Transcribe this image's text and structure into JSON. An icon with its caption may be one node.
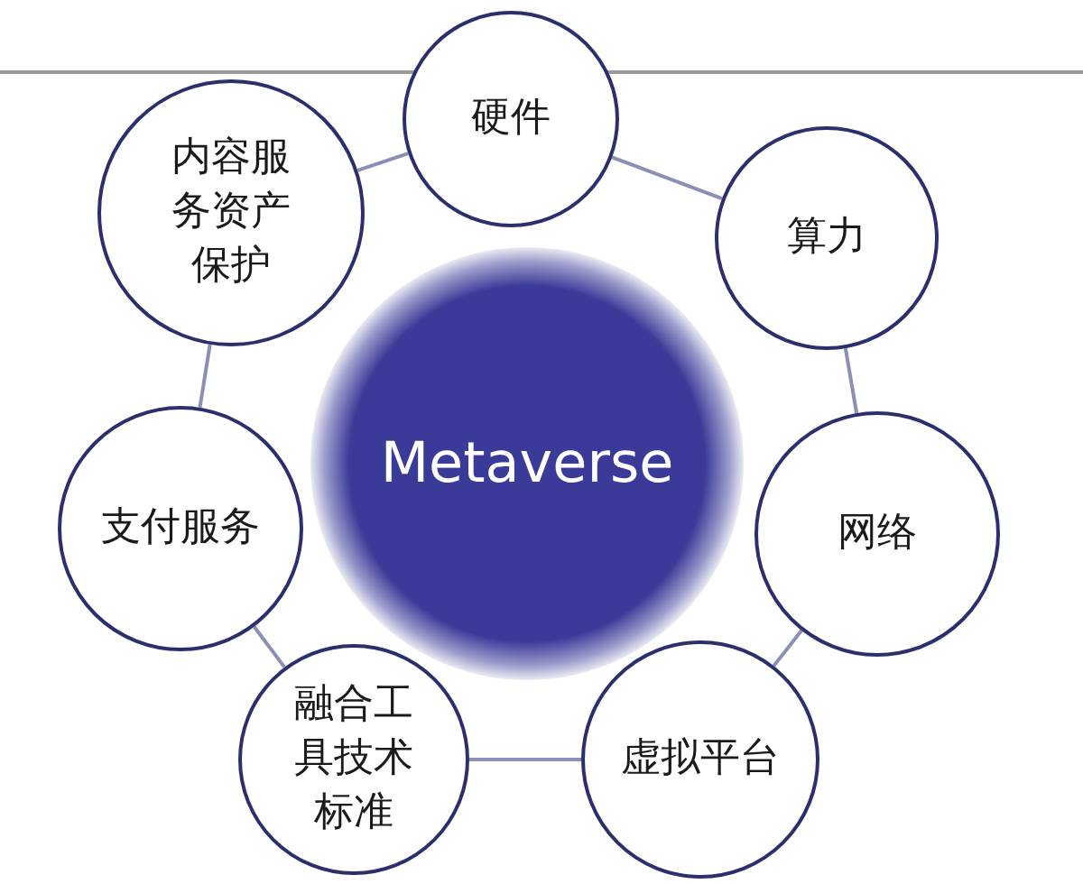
{
  "diagram": {
    "nodes": [
      {
        "text": [
          "硬件"
        ]
      },
      {
        "text": [
          "算力"
        ]
      },
      {
        "text": [
          "网络"
        ]
      },
      {
        "text": [
          "虚拟平台"
        ]
      },
      {
        "text": [
          "融合工具技术标准"
        ]
      },
      {
        "text": [
          "支付服务"
        ]
      },
      {
        "text": [
          "内容服务资产保护"
        ]
      },
      {
        "text": [
          "Metaverse"
        ]
      }
    ],
    "edges": [
      {
        "from": 0,
        "to": 1,
        "arrow": "none"
      },
      {
        "from": 1,
        "to": 2,
        "arrow": "none"
      },
      {
        "from": 2,
        "to": 3,
        "arrow": "none"
      },
      {
        "from": 3,
        "to": 4,
        "arrow": "none"
      },
      {
        "from": 4,
        "to": 5,
        "arrow": "none"
      },
      {
        "from": 5,
        "to": 6,
        "arrow": "none"
      },
      {
        "from": 6,
        "to": 0,
        "arrow": "none"
      }
    ]
  }
}
